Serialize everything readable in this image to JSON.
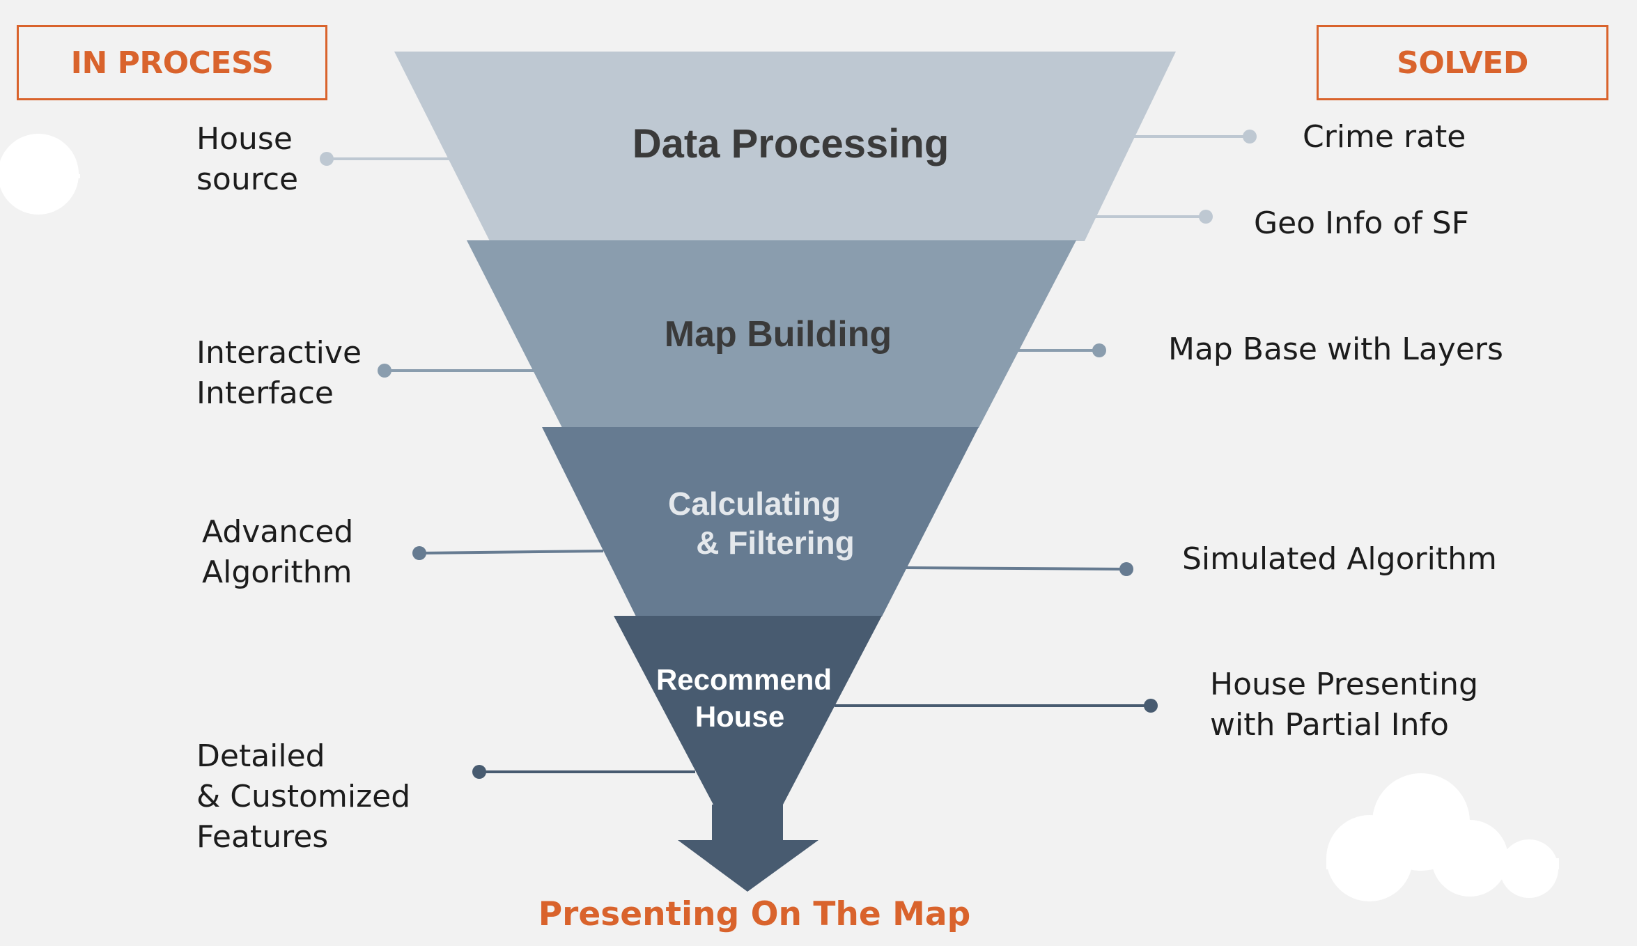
{
  "header": {
    "left_badge": "IN PROCESS",
    "right_badge": "SOLVED"
  },
  "stages": [
    {
      "lines": [
        "Data Processing"
      ]
    },
    {
      "lines": [
        "Map Building"
      ]
    },
    {
      "lines": [
        "Calculating",
        "& Filtering"
      ]
    },
    {
      "lines": [
        "Recommend",
        "House"
      ]
    }
  ],
  "in_process_items": [
    "House\nsource",
    "Interactive\nInterface",
    "Advanced\nAlgorithm",
    "Detailed\n& Customized\nFeatures"
  ],
  "solved_items": [
    "Crime rate",
    "Geo Info of SF",
    "Map Base with Layers",
    "Simulated Algorithm",
    "House Presenting\nwith Partial Info"
  ],
  "output_label": "Presenting On The Map",
  "colors": {
    "accent": "#d9632c",
    "stage_1": "#bec8d2",
    "stage_2": "#8a9dae",
    "stage_3": "#667b91",
    "stage_4": "#485b70",
    "stage_1_text": "#3a3a3a",
    "stage_2_text": "#3a3a3a",
    "stage_3_text": "#e4e8ec",
    "stage_4_text": "#ffffff",
    "background": "#f2f2f2",
    "cloud": "#ffffff"
  }
}
